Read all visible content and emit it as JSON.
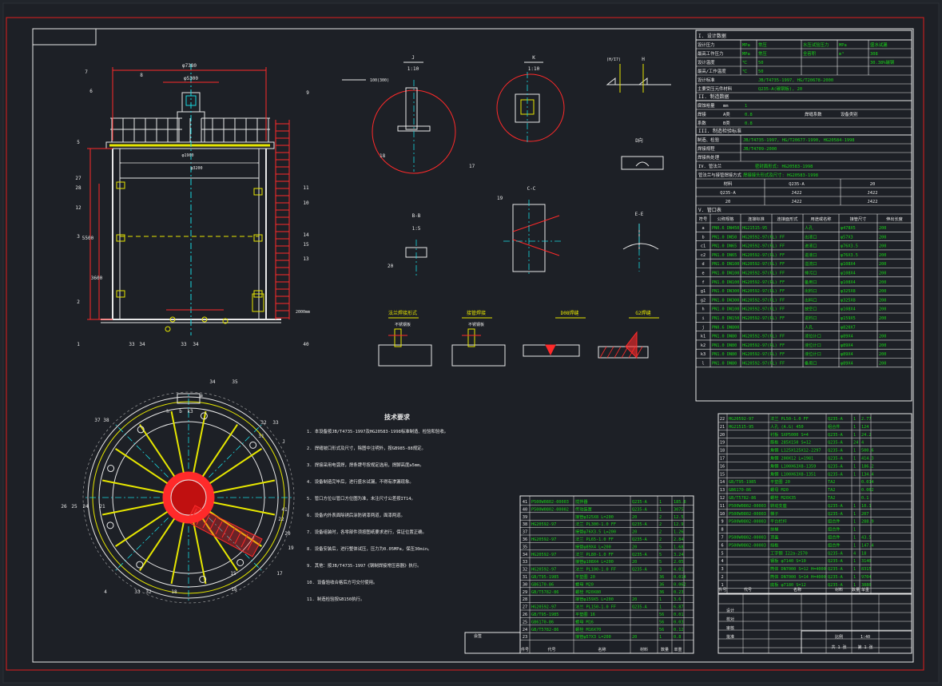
{
  "colors": {
    "bg": "#21252b",
    "canvas": "#1d2026",
    "frame": "#e01e1e",
    "white": "#e8e8e8",
    "green": "#19d319",
    "yellow": "#e6e600",
    "red": "#ff2a2a",
    "cyan": "#18d8e0",
    "magenta": "#e040e0",
    "gray": "#b0b0b0"
  },
  "views": {
    "j": {
      "title": "J",
      "scale": "1:10"
    },
    "k": {
      "title": "K",
      "scale": "1:10"
    },
    "dd": {
      "title": "D向"
    },
    "cc": {
      "title": "C-C"
    },
    "ee": {
      "title": "E-E"
    },
    "bb": {
      "title": "B-B",
      "scale": "1:5"
    },
    "detail1": {
      "title": "法兰焊接形式",
      "sub": "不锈钢板"
    },
    "detail2": {
      "title": "接管焊接",
      "sub": "不锈钢板"
    },
    "detail3": {
      "title": "D08焊缝"
    },
    "detail4": {
      "title": "G2焊缝"
    },
    "elev": {
      "d1": "φ7380",
      "d2": "φ5300",
      "d3": "φ1900",
      "d4": "φ3200",
      "h1": "3600",
      "h2": "5500",
      "tag": "2000mm"
    }
  },
  "notes": {
    "title": "技术要求",
    "lines": [
      "1. 本设备按JB/T4735-1997及HG20583-1998标准制造、检验和验收。",
      "2. 焊缝坡口形式及尺寸，除图中注明外，按GB985-88规定。",
      "3. 焊接采用电弧焊，焊条牌号按规定选用，焊脚高度≥5mm。",
      "4. 设备制造完毕后，进行盛水试漏，不得有渗漏现象。",
      "5. 管口方位以管口方位图为准，未注尺寸公差按IT14。",
      "6. 设备内外表面除锈后涂防锈漆两道，面漆两道。",
      "7. 设备组装时，各零部件须按图纸要求进行，保证位置正确。",
      "8. 设备安装后，进行整体试压，压力为0.05MPa，保压30min。",
      "9. 其他：按JB/T4735-1997《钢制焊接常压容器》执行。",
      "10. 设备验收合格后方可交付使用。",
      "11. 制造检验按GB150执行。"
    ]
  },
  "spec": {
    "h1": "I. 设计数据",
    "rows": [
      [
        "设计压力",
        "MPa",
        "常压",
        "水压试验压力",
        "MPa",
        "盛水试漏"
      ],
      [
        "最高工作压力",
        "MPa",
        "常压",
        "全容积",
        "m³",
        "308"
      ],
      [
        "设计温度",
        "℃",
        "50",
        "",
        "",
        "30.38%碳钢"
      ],
      [
        "最高/工作温度",
        "℃",
        "50",
        "",
        "",
        ""
      ],
      [
        "设计标准",
        "",
        "JB/T4735-1997, HG/T20678-2000",
        "",
        "",
        ""
      ],
      [
        "主要受压元件材料",
        "",
        "Q235-A(碳钢板), 20",
        "",
        "",
        ""
      ]
    ],
    "h2": "II. 制造数据",
    "rows2": [
      [
        "腐蚀裕量",
        "mm",
        "1",
        "",
        ""
      ],
      [
        "焊接",
        "A类",
        "0.8",
        "焊缝系数",
        "设备类别"
      ],
      [
        "系数",
        "B类",
        "0.8",
        "",
        ""
      ]
    ],
    "h3": "III. 制造检验标准",
    "rows3": [
      [
        "制造、检验",
        "JB/T4735-1997, HG/T20677-1990, HG20584-1998"
      ],
      [
        "焊接规程",
        "JB/T4709-2000"
      ],
      [
        "焊接热处理",
        ""
      ]
    ],
    "h4": "IV. 管法兰",
    "h4r": "密封面形式: HG20583-1998",
    "h5": "管法兰与接管焊接方式",
    "h5r": "焊接接头形式及尺寸: HG20583-1998",
    "mat": [
      [
        "材料",
        "Q235-A",
        "20"
      ],
      [
        "Q235-A",
        "J422",
        "J422"
      ],
      [
        "20",
        "J422",
        "J422"
      ]
    ]
  },
  "nozzles": {
    "h": "V. 管口表",
    "headers": [
      "符号",
      "公称规格",
      "连接标准",
      "连接面形式",
      "用途或名称",
      "接管尺寸",
      "伸出长度"
    ],
    "rows": [
      [
        "a",
        "PN0.6 DN450",
        "HG21515-95",
        "",
        "人孔",
        "φ478X5",
        "200"
      ],
      [
        "b",
        "PN1.0 DN50",
        "HG20592-97(PL) FF",
        "",
        "出液口",
        "φ57X3",
        "200"
      ],
      [
        "c1",
        "PN1.0 DN65",
        "HG20592-97(PL) FF",
        "",
        "进液口",
        "φ76X3.5",
        "200"
      ],
      [
        "c2",
        "PN1.0 DN65",
        "HG20592-97(PL) FF",
        "",
        "进液口",
        "φ76X3.5",
        "200"
      ],
      [
        "d",
        "PN1.0 DN100",
        "HG20592-97(PL) FF",
        "",
        "溢流口",
        "φ108X4",
        "200"
      ],
      [
        "e",
        "PN1.0 DN100",
        "HG20592-97(PL) FF",
        "",
        "排污口",
        "φ108X4",
        "200"
      ],
      [
        "f",
        "PN1.0 DN100",
        "HG20592-97(PL) FF",
        "",
        "备用口",
        "φ108X4",
        "200"
      ],
      [
        "g1",
        "PN1.0 DN300",
        "HG20592-97(PL) FF",
        "",
        "出料口",
        "φ325X8",
        "200"
      ],
      [
        "g2",
        "PN1.0 DN300",
        "HG20592-97(PL) FF",
        "",
        "出料口",
        "φ325X8",
        "200"
      ],
      [
        "h",
        "PN1.0 DN100",
        "HG20592-97(PL) FF",
        "",
        "放空口",
        "φ108X4",
        "200"
      ],
      [
        "i",
        "PN1.0 DN150",
        "HG20592-97(PL) FF",
        "",
        "进料口",
        "φ159X5",
        "200"
      ],
      [
        "j",
        "PN0.6 DN800",
        "",
        "",
        "人孔",
        "φ820X7",
        ""
      ],
      [
        "k1",
        "PN1.0 DN80",
        "HG20592-97(PL) FF",
        "",
        "液位计口",
        "φ89X4",
        "200"
      ],
      [
        "k2",
        "PN1.0 DN80",
        "HG20592-97(PL) FF",
        "",
        "液位计口",
        "φ89X4",
        "200"
      ],
      [
        "k3",
        "PN1.0 DN80",
        "HG20592-97(PL) FF",
        "",
        "液位计口",
        "φ89X4",
        "200"
      ],
      [
        "l",
        "PN1.0 DN80",
        "HG20592-97(PL) FF",
        "",
        "备用口",
        "φ89X4",
        "200"
      ]
    ]
  },
  "bom1": {
    "rows": [
      [
        "41",
        "P500W0802-00003",
        "搅拌器",
        "Q235-A",
        "1",
        "185.8"
      ],
      [
        "40",
        "P500W0802-00002",
        "传动装置",
        "Q235-A",
        "1",
        "3075"
      ],
      [
        "39",
        "",
        "接管φ325X8 L=200",
        "20",
        "2",
        "12.5"
      ],
      [
        "38",
        "HG20592-97",
        "法兰 PL300-1.0 FF",
        "Q235-A",
        "2",
        "12.9"
      ],
      [
        "37",
        "",
        "接管φ76X3.5 L=200",
        "20",
        "2",
        "1.26"
      ],
      [
        "36",
        "HG20592-97",
        "法兰 PL65-1.0 FF",
        "Q235-A",
        "2",
        "2.84"
      ],
      [
        "35",
        "",
        "接管φ89X4 L=200",
        "20",
        "5",
        "1.68"
      ],
      [
        "34",
        "HG20592-97",
        "法兰 PL80-1.0 FF",
        "Q235-A",
        "5",
        "3.24"
      ],
      [
        "33",
        "",
        "接管φ108X4 L=200",
        "20",
        "5",
        "2.05"
      ],
      [
        "32",
        "HG20592-97",
        "法兰 PL100-1.0 FF",
        "Q235-A",
        "3",
        "4.01"
      ],
      [
        "31",
        "GB/T95-1985",
        "平垫圈 20",
        "",
        "36",
        "0.014"
      ],
      [
        "30",
        "GB6170-86",
        "螺母 M20",
        "",
        "36",
        "0.062"
      ],
      [
        "29",
        "GB/T5782-86",
        "螺栓 M20X80",
        "",
        "36",
        "0.23"
      ],
      [
        "28",
        "",
        "接管φ159X5 L=200",
        "20",
        "1",
        "3.6"
      ],
      [
        "27",
        "HG20592-97",
        "法兰 PL150-1.0 FF",
        "Q235-A",
        "1",
        "6.87"
      ],
      [
        "26",
        "GB/T95-1985",
        "平垫圈 16",
        "",
        "56",
        "0.01"
      ],
      [
        "25",
        "GB6170-86",
        "螺母 M16",
        "",
        "56",
        "0.03"
      ],
      [
        "24",
        "GB/T5782-86",
        "螺栓 M16X70",
        "",
        "56",
        "0.12"
      ],
      [
        "23",
        "",
        "接管φ57X3 L=200",
        "20",
        "1",
        "0.8"
      ]
    ],
    "h": [
      "件号",
      "代号",
      "名称",
      "材料",
      "数量",
      "单重"
    ]
  },
  "bom2": {
    "rows": [
      [
        "22",
        "HG20592-97",
        "法兰 PL50-1.0 FF",
        "Q235-A",
        "1",
        "2.77"
      ],
      [
        "21",
        "HG21515-95",
        "人孔 (A.G) 450",
        "组合件",
        "1",
        "124"
      ],
      [
        "20",
        "",
        "衬板 SXP5000 S=4",
        "Q235-A",
        "1",
        "24.2"
      ],
      [
        "19",
        "",
        "筋板 285X150 S=12",
        "Q235-A",
        "24",
        "4"
      ],
      [
        "18",
        "",
        "角钢 L125X125X12-2297",
        "Q235-A",
        "1",
        "500.6"
      ],
      [
        "17",
        "",
        "角钢 200X12 L=1981",
        "Q235-A",
        "1",
        "414.3"
      ],
      [
        "16",
        "",
        "角钢 L100X63X8-1359",
        "Q235-A",
        "1",
        "186.2"
      ],
      [
        "15",
        "",
        "角钢 L100X63X8-1351",
        "Q235-A",
        "1",
        "134.4"
      ],
      [
        "14",
        "GB/T95-1985",
        "平垫圈 20",
        "TA2",
        "",
        "0.014"
      ],
      [
        "13",
        "GB6170-86",
        "螺母 M20",
        "TA2",
        "",
        "0.062"
      ],
      [
        "12",
        "GB/T5782-86",
        "螺栓 M20X35",
        "TA2",
        "",
        "0.1"
      ],
      [
        "11",
        "P500W0802-00003",
        "转动支座",
        "Q235-A",
        "1",
        "10.1"
      ],
      [
        "10",
        "P500W0802-00003",
        "梯子",
        "Q235-A",
        "1",
        "207"
      ],
      [
        "9",
        "P500W0802-00003",
        "平台栏杆",
        "组合件",
        "1",
        "288.9"
      ],
      [
        "8",
        "",
        "扶梯",
        "组合件",
        "1",
        ""
      ],
      [
        "7",
        "P500W0802-00003",
        "顶盖",
        "组合件",
        "1",
        "43.5"
      ],
      [
        "6",
        "P500W0802-00003",
        "挡板",
        "组合件",
        "1",
        "147.4"
      ],
      [
        "5",
        "",
        "工字钢 I22a-2570",
        "Q235-A",
        "4",
        "18"
      ],
      [
        "4",
        "",
        "钢板 φ7140 S=10",
        "Q235-A",
        "1",
        "3140"
      ],
      [
        "3",
        "",
        "筒体 DN7000 S=12 H=4000",
        "Q235-A",
        "1",
        "8315"
      ],
      [
        "2",
        "",
        "筒体 DN7000 S=14 H=4000",
        "Q235-A",
        "1",
        "9704"
      ],
      [
        "1",
        "",
        "底板 φ7180 S=12",
        "Q235-A",
        "1",
        "3880"
      ]
    ]
  },
  "title_block": {
    "a": "设计",
    "b": "校对",
    "c": "审核",
    "d": "批准",
    "e": "比例",
    "f": "1:40",
    "g": "共 1 张",
    "h": "第 1 张"
  }
}
